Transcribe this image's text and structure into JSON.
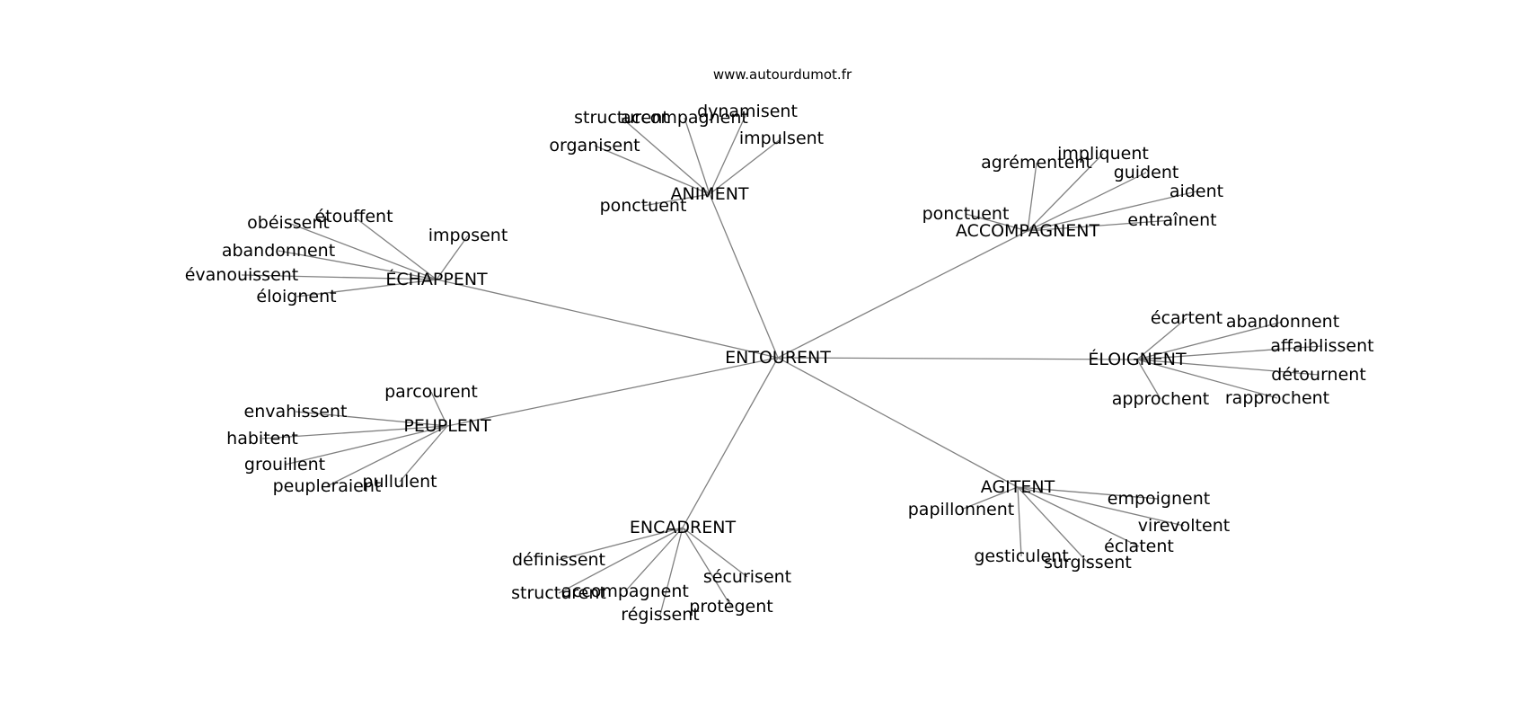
{
  "watermark": "www.autourdumot.fr",
  "graph": {
    "center": {
      "label": "ENTOURENT"
    },
    "hubs": [
      {
        "label": "ANIMENT",
        "leaves": [
          "structurent",
          "accompagnent",
          "dynamisent",
          "impulsent",
          "organisent",
          "ponctuent"
        ]
      },
      {
        "label": "ACCOMPAGNENT",
        "leaves": [
          "agrémentent",
          "impliquent",
          "guident",
          "aident",
          "entraînent",
          "ponctuent"
        ]
      },
      {
        "label": "ÉCHAPPENT",
        "leaves": [
          "obéissent",
          "étouffent",
          "imposent",
          "abandonnent",
          "évanouissent",
          "éloignent"
        ]
      },
      {
        "label": "ÉLOIGNENT",
        "leaves": [
          "écartent",
          "abandonnent",
          "affaiblissent",
          "détournent",
          "rapprochent",
          "approchent"
        ]
      },
      {
        "label": "PEUPLENT",
        "leaves": [
          "parcourent",
          "envahissent",
          "habitent",
          "grouillent",
          "peupleraient",
          "pullulent"
        ]
      },
      {
        "label": "AGITENT",
        "leaves": [
          "empoignent",
          "virevoltent",
          "éclatent",
          "surgissent",
          "gesticulent",
          "papillonnent"
        ]
      },
      {
        "label": "ENCADRENT",
        "leaves": [
          "définissent",
          "structurent",
          "accompagnent",
          "régissent",
          "protègent",
          "sécurisent"
        ]
      }
    ]
  }
}
